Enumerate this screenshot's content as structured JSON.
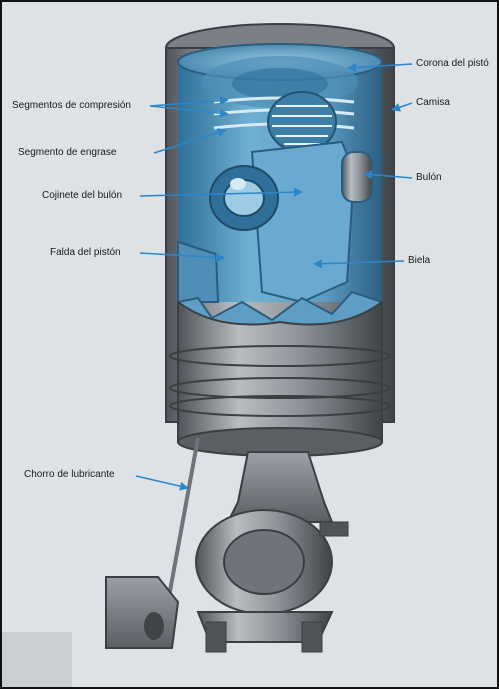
{
  "labels": {
    "corona": "Corona del pistó",
    "camisa": "Camisa",
    "segmentos_compresion": "Segmentos de compresión",
    "segmento_engrase": "Segmento de engrase",
    "bulon": "Bulón",
    "cojinete_bulon": "Cojinete del bulón",
    "falda": "Falda del pistón",
    "biela": "Biela",
    "chorro": "Chorro de lubricante"
  },
  "colors": {
    "cutaway_blue": "#5f9ec4",
    "cutaway_blue_dark": "#2f6f99",
    "metal_gray": "#8d9398",
    "metal_dark": "#4f5459",
    "arrow_blue": "#2c86c9",
    "background": "#dde2e6"
  }
}
